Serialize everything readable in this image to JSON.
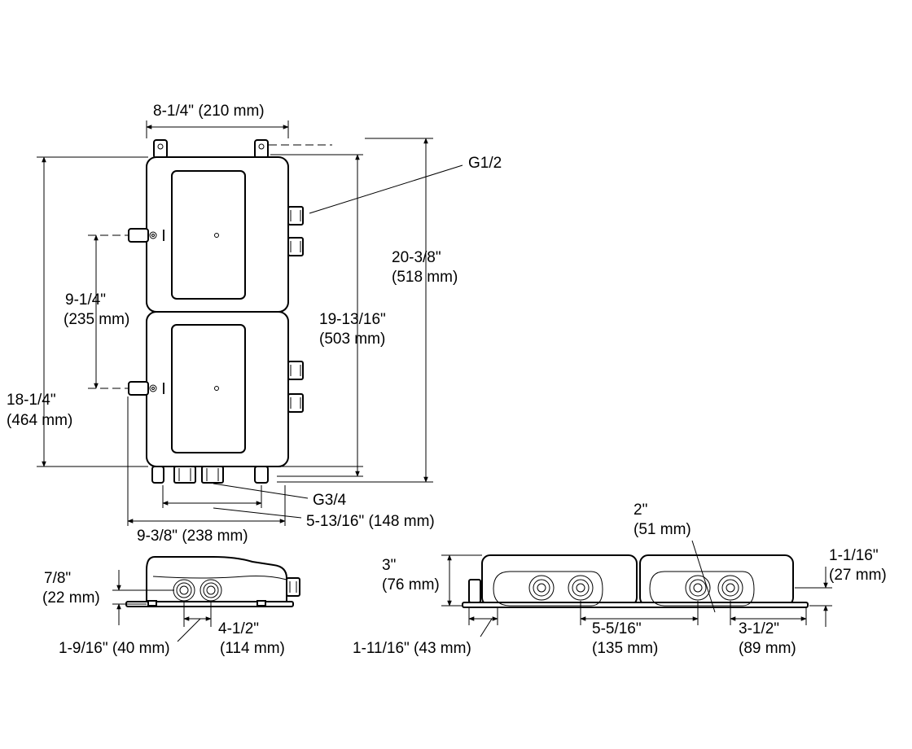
{
  "labels": {
    "top_width": "8-1/4\" (210 mm)",
    "g12": "G1/2",
    "h_outer_a": "20-3/8\"",
    "h_outer_b": "(518 mm)",
    "h_inner_a": "19-13/16\"",
    "h_inner_b": "(503 mm)",
    "spacing_a": "9-1/4\"",
    "spacing_b": "(235 mm)",
    "h_left_a": "18-1/4\"",
    "h_left_b": "(464 mm)",
    "g34": "G3/4",
    "outlet_span": "5-13/16\" (148 mm)",
    "bottom_width": "9-3/8\" (238 mm)",
    "side_a": "7/8\"",
    "side_b": "(22 mm)",
    "side_offset": "1-9/16\" (40 mm)",
    "side_span_a": "4-1/2\"",
    "side_span_b": "(114 mm)",
    "front_h_a": "3\"",
    "front_h_b": "(76 mm)",
    "front_offset": "1-11/16\" (43 mm)",
    "front_span_a": "5-5/16\"",
    "front_span_b": "(135 mm)",
    "port_a": "2\"",
    "port_b": "(51 mm)",
    "front_h2_a": "1-1/16\"",
    "front_h2_b": "(27 mm)",
    "port_span_a": "3-1/2\"",
    "port_span_b": "(89 mm)"
  }
}
